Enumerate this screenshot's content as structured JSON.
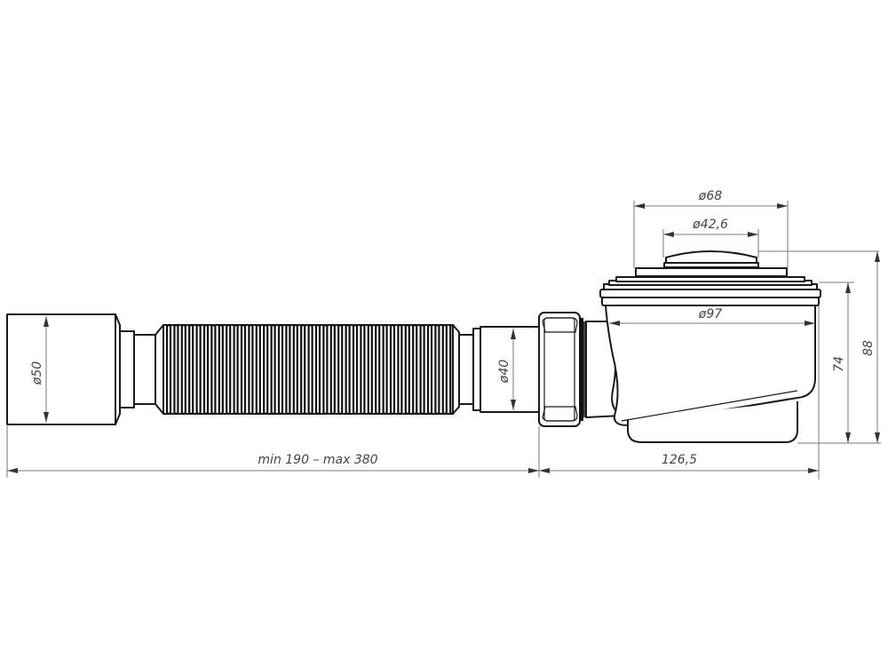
{
  "drawing": {
    "type": "technical-drawing",
    "subject": "shower tray drain with flexible hose",
    "dimensions": {
      "outlet_diameter": "ø50",
      "inlet_diameter": "ø40",
      "hose_length": "min 190 – max 380",
      "body_length": "126,5",
      "cap_outer_diameter": "ø68",
      "cap_inner_diameter": "ø42,6",
      "body_diameter": "ø97",
      "body_height": "74",
      "total_height": "88"
    },
    "colors": {
      "line": "#1a1a1a",
      "dimension_line": "#7a7a7a",
      "label": "#444444",
      "background": "#ffffff"
    }
  }
}
